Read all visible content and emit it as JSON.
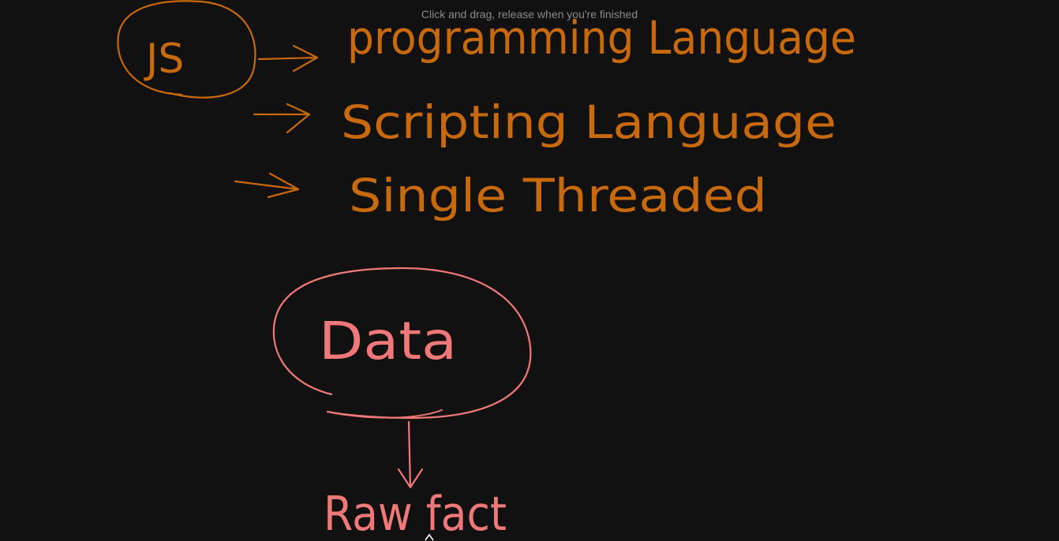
{
  "hint": {
    "text": "Click and drag, release when you're finished"
  },
  "colors": {
    "background": "#111111",
    "ink_orange": "#c8690c",
    "ink_pink": "#f07878",
    "hint_text": "#8a8a8a"
  },
  "sketch": {
    "js": "JS",
    "line1": "programming Language",
    "line2": "Scripting Language",
    "line3": "Single Threaded",
    "data": "Data",
    "raw_fact": "Raw fact"
  },
  "icons": [
    "pen-cursor-icon"
  ]
}
